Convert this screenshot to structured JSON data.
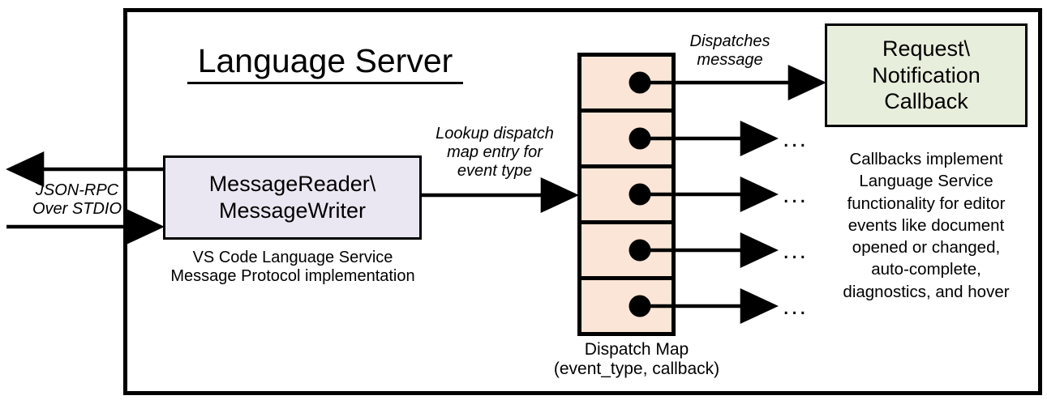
{
  "diagram": {
    "title": "Language Server",
    "outer_border_color": "#000000",
    "background": "#ffffff"
  },
  "external_io": {
    "label_line1": "JSON-RPC",
    "label_line2": "Over STDIO",
    "outbound_arrow": "arrow-left-out",
    "inbound_arrow": "arrow-right-in"
  },
  "reader_writer": {
    "line1": "MessageReader\\",
    "line2": "MessageWriter",
    "fill": "#ebe7f2",
    "caption_line1": "VS Code Language Service",
    "caption_line2": "Message Protocol implementation"
  },
  "lookup_arrow": {
    "line1": "Lookup dispatch",
    "line2": "map entry for",
    "line3": "event type"
  },
  "dispatch_map": {
    "caption_line1": "Dispatch Map",
    "caption_line2": "(event_type, callback)",
    "fill": "#fbe5d6",
    "cell_count": 5,
    "cells": [
      {
        "index": 1,
        "marker": "callback-dot",
        "arrow_target": "request-notification-callback"
      },
      {
        "index": 2,
        "marker": "callback-dot",
        "arrow_target": "ellipsis"
      },
      {
        "index": 3,
        "marker": "callback-dot",
        "arrow_target": "ellipsis"
      },
      {
        "index": 4,
        "marker": "callback-dot",
        "arrow_target": "ellipsis"
      },
      {
        "index": 5,
        "marker": "callback-dot",
        "arrow_target": "ellipsis"
      }
    ],
    "ellipsis": "..."
  },
  "dispatch_arrow": {
    "line1": "Dispatches",
    "line2": "message"
  },
  "callback": {
    "line1": "Request\\",
    "line2": "Notification",
    "line3": "Callback",
    "fill": "#e8eedc",
    "description": "Callbacks implement Language Service functionality for editor events like document opened or changed, auto-complete, diagnostics, and hover",
    "description_lines": [
      "Callbacks implement",
      "Language Service",
      "functionality for editor",
      "events like document",
      "opened or changed,",
      "auto-complete,",
      "diagnostics, and hover"
    ]
  }
}
